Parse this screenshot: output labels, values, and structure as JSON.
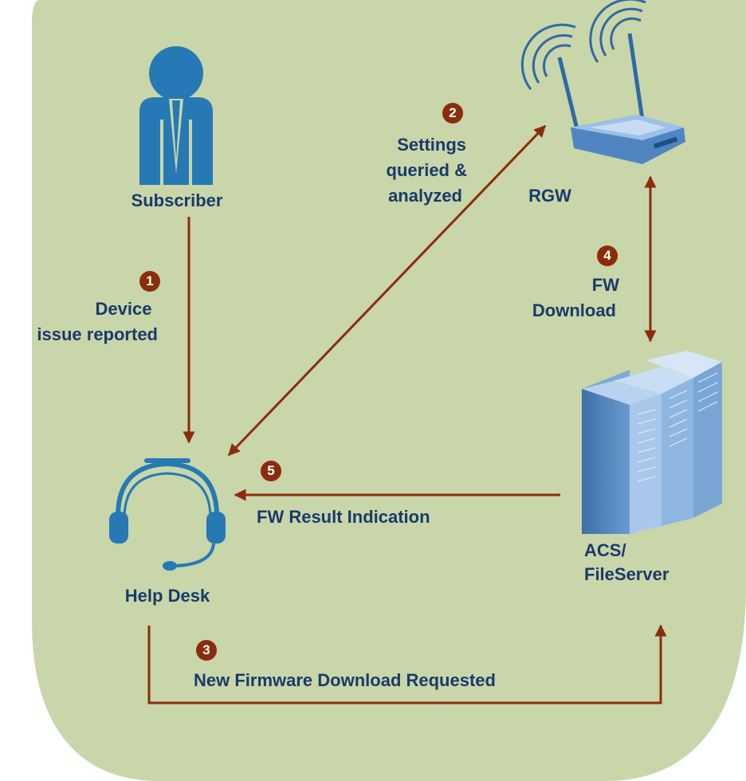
{
  "nodes": {
    "subscriber": "Subscriber",
    "rgw": "RGW",
    "help_desk": "Help Desk",
    "acs_line1": "ACS/",
    "acs_line2": "FileServer"
  },
  "steps": [
    {
      "number": "1",
      "lines": [
        "Device",
        "issue reported"
      ]
    },
    {
      "number": "2",
      "lines": [
        "Settings",
        "queried &",
        "analyzed"
      ]
    },
    {
      "number": "3",
      "lines": [
        "New Firmware Download Requested"
      ]
    },
    {
      "number": "4",
      "lines": [
        "FW",
        "Download"
      ]
    },
    {
      "number": "5",
      "lines": [
        "FW Result Indication"
      ]
    }
  ],
  "colors": {
    "background": "#c8d6a9",
    "arrow": "#8b2d0c",
    "text": "#1b3a6b",
    "icon": "#2779b5",
    "server": "#5b8cc0"
  },
  "icons": {
    "subscriber": "person-icon",
    "rgw": "wifi-router-icon",
    "help_desk": "headset-icon",
    "acs": "server-rack-icon"
  }
}
